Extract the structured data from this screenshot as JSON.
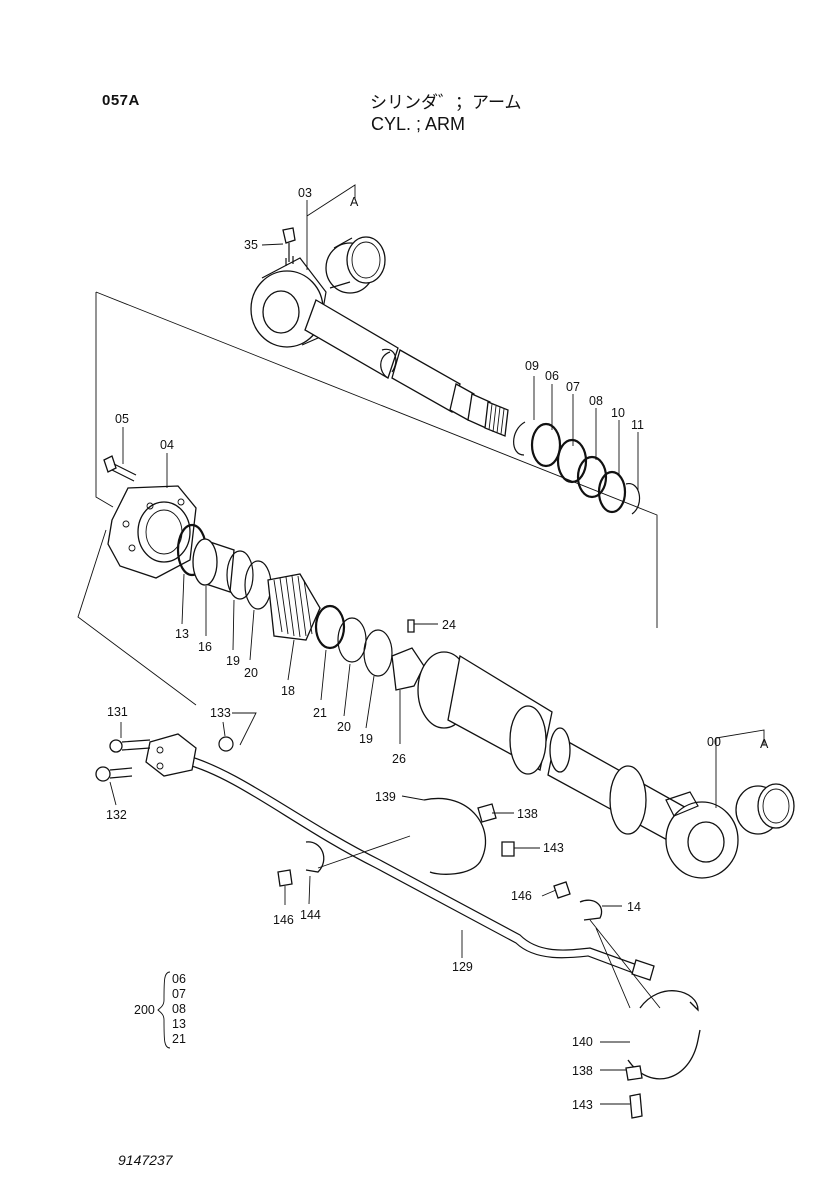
{
  "header": {
    "page_code": "057A",
    "title_jp": "シリンダ゛；アーム",
    "title_en": "CYL. ; ARM"
  },
  "footer": {
    "drawing_number": "9147237"
  },
  "callouts": {
    "c00": "00",
    "c03": "03",
    "c04": "04",
    "c05": "05",
    "c06": "06",
    "c07": "07",
    "c08": "08",
    "c09": "09",
    "c10": "10",
    "c11": "11",
    "c13": "13",
    "c14": "14",
    "c16": "16",
    "c18": "18",
    "c19a": "19",
    "c19b": "19",
    "c20a": "20",
    "c20b": "20",
    "c21": "21",
    "c24": "24",
    "c26": "26",
    "c35": "35",
    "c129": "129",
    "c131": "131",
    "c132": "132",
    "c133": "133",
    "c138a": "138",
    "c138b": "138",
    "c139": "139",
    "c140": "140",
    "c143a": "143",
    "c143b": "143",
    "c144": "144",
    "c146a": "146",
    "c146b": "146",
    "cA1": "A",
    "cA2": "A"
  },
  "seal_kit": {
    "number": "200",
    "parts": [
      "06",
      "07",
      "08",
      "13",
      "21"
    ]
  }
}
